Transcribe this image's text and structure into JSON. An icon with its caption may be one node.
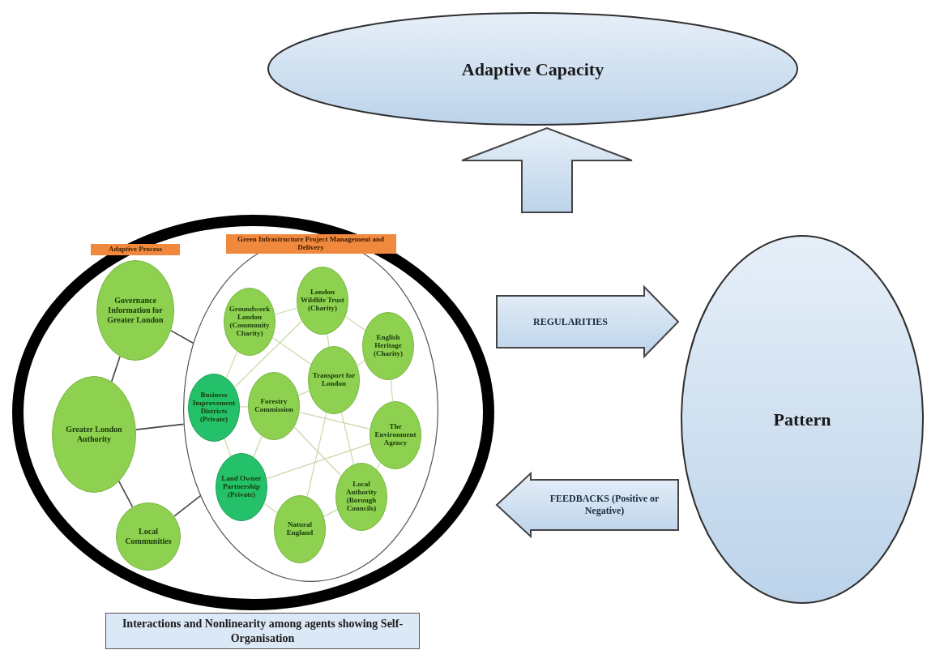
{
  "diagram": {
    "nodes": [
      {
        "text": [
          "Adaptive Capacity"
        ]
      },
      {
        "text": [],
        "shape": "circle"
      },
      {
        "text": [
          "Pattern"
        ]
      },
      {
        "text": [
          "Interactions and Nonlinearity among agents showing Self-Organisation"
        ]
      },
      {
        "text": [
          "Adaptive Process",
          "Governance Information for Greater London"
        ],
        "in": 1
      },
      {
        "text": [
          "Greater London Authority"
        ],
        "in": 1
      },
      {
        "text": [
          "Local Communities"
        ],
        "in": 1
      },
      {
        "text": [
          "Green Infrastructure Project Management and Delivery"
        ],
        "in": 1
      },
      {
        "text": [
          "Groundwork London (Community Charity)"
        ],
        "in": 7
      },
      {
        "text": [
          "London Wildlife Trust (Charity)"
        ],
        "in": 7
      },
      {
        "text": [
          "English Heritage (Charity)"
        ],
        "in": 7
      },
      {
        "text": [
          "Transport for London"
        ],
        "in": 7
      },
      {
        "text": [
          "Forestry Commission"
        ],
        "in": 7
      },
      {
        "text": [
          "Business Improvement Districts (Private)"
        ],
        "in": 7
      },
      {
        "text": [
          "The Environment Agency"
        ],
        "in": 7
      },
      {
        "text": [
          "Land Owner Partnership (Private)"
        ],
        "in": 7
      },
      {
        "text": [
          "Natural England"
        ],
        "in": 7
      },
      {
        "text": [
          "Local Authority (Borough Councils)"
        ],
        "in": 7
      }
    ],
    "edges": [
      {
        "from": 1,
        "to": 0,
        "arrow": "to",
        "style": "thick"
      },
      {
        "from": 1,
        "to": 2,
        "arrow": "to",
        "label": "REGULARITIES",
        "style": "thick"
      },
      {
        "from": 2,
        "to": 1,
        "arrow": "to",
        "label": "FEEDBACKS (Positive or Negative)",
        "style": "thick"
      },
      {
        "from": 4,
        "to": 7,
        "arrow": "none",
        "color": "#444444"
      },
      {
        "from": 4,
        "to": 5,
        "arrow": "none",
        "color": "#444444"
      },
      {
        "from": 5,
        "to": 7,
        "arrow": "none",
        "color": "#444444"
      },
      {
        "from": 5,
        "to": 6,
        "arrow": "none",
        "color": "#444444"
      },
      {
        "from": 6,
        "to": 7,
        "arrow": "none",
        "color": "#444444"
      },
      {
        "from": 8,
        "to": 9,
        "arrow": "none"
      },
      {
        "from": 8,
        "to": 11,
        "arrow": "none"
      },
      {
        "from": 8,
        "to": 13,
        "arrow": "none"
      },
      {
        "from": 9,
        "to": 10,
        "arrow": "none"
      },
      {
        "from": 9,
        "to": 11,
        "arrow": "none"
      },
      {
        "from": 9,
        "to": 13,
        "arrow": "none"
      },
      {
        "from": 10,
        "to": 11,
        "arrow": "none"
      },
      {
        "from": 10,
        "to": 14,
        "arrow": "none"
      },
      {
        "from": 11,
        "to": 12,
        "arrow": "none"
      },
      {
        "from": 11,
        "to": 16,
        "arrow": "none"
      },
      {
        "from": 11,
        "to": 17,
        "arrow": "none"
      },
      {
        "from": 12,
        "to": 13,
        "arrow": "none"
      },
      {
        "from": 12,
        "to": 14,
        "arrow": "none"
      },
      {
        "from": 12,
        "to": 15,
        "arrow": "none"
      },
      {
        "from": 13,
        "to": 15,
        "arrow": "none"
      },
      {
        "from": 15,
        "to": 14,
        "arrow": "none"
      },
      {
        "from": 15,
        "to": 16,
        "arrow": "none"
      },
      {
        "from": 16,
        "to": 17,
        "arrow": "none"
      },
      {
        "from": 17,
        "to": 14,
        "arrow": "none"
      },
      {
        "from": 12,
        "to": 17,
        "arrow": "none"
      }
    ]
  }
}
